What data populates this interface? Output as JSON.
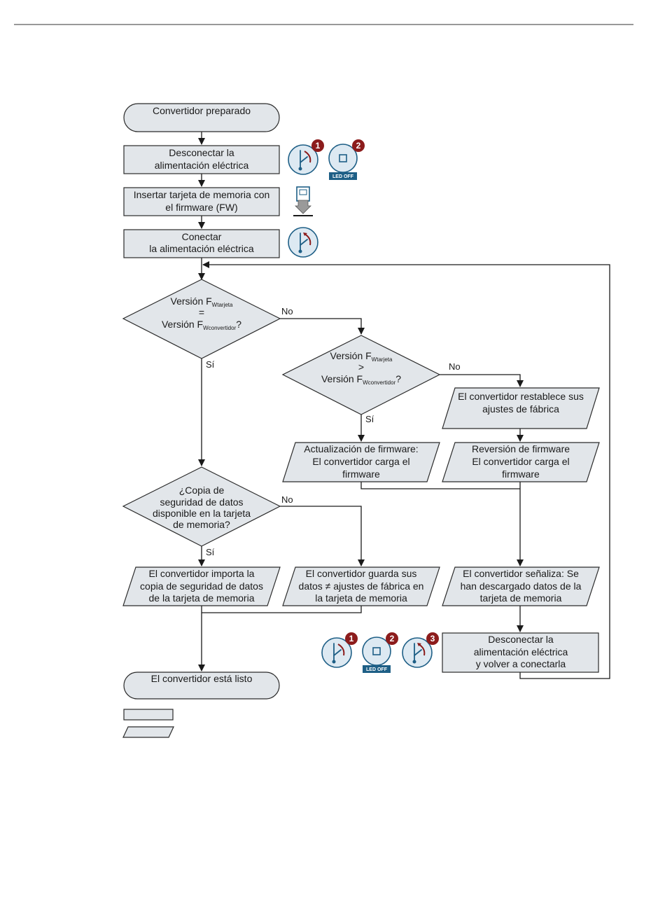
{
  "nodes": {
    "start": "Convertidor preparado",
    "power_off": [
      "Desconectar la",
      "alimentación eléctrica"
    ],
    "insert_card": [
      "Insertar tarjeta de memoria con",
      "el firmware (FW)"
    ],
    "power_on": [
      "Conectar",
      "la alimentación eléctrica"
    ],
    "decision1": {
      "l1_pre": "Versión F",
      "l1_sub": "Wtarjeta",
      "l2": "=",
      "l3_pre": "Versión F",
      "l3_sub": "Wconvertidor",
      "l3_post": "?"
    },
    "decision2": {
      "l1_pre": "Versión F",
      "l1_sub": "Wtarjeta",
      "l2": ">",
      "l3_pre": "Versión F",
      "l3_sub": "Wconvertidor",
      "l3_post": "?"
    },
    "factory_reset": [
      "El convertidor restablece sus",
      "ajustes de fábrica"
    ],
    "fw_update": [
      "Actualización de firmware:",
      "El convertidor carga el",
      "firmware"
    ],
    "fw_revert": [
      "Reversión de firmware",
      "El convertidor carga el",
      "firmware"
    ],
    "decision3": [
      "¿Copia de",
      "seguridad de datos",
      "disponible en la tarjeta",
      "de memoria?"
    ],
    "import_backup": [
      "El convertidor importa la",
      "copia de seguridad de datos",
      "de la tarjeta de memoria"
    ],
    "save_data": [
      "El convertidor guarda sus",
      "datos ≠ ajustes de fábrica en",
      "la tarjeta de memoria"
    ],
    "signal": [
      "El convertidor señaliza: Se",
      "han descargado datos de la",
      "tarjeta de memoria"
    ],
    "power_cycle": [
      "Desconectar la",
      "alimentación eléctrica",
      "y volver a conectarla"
    ],
    "end": "El convertidor está listo"
  },
  "edge_labels": {
    "no": "No",
    "yes": "Sí"
  },
  "icons": {
    "switch_off": "switch-off-icon",
    "led_off": "led-off-icon",
    "switch_on": "switch-on-icon",
    "card_insert": "memory-card-insert-icon",
    "led_label": "LED OFF",
    "badges": [
      "1",
      "2",
      "3"
    ]
  },
  "colors": {
    "shape_fill": "#e2e6ea",
    "icon_blue": "#1e5f86",
    "badge_red": "#8c1c1c"
  }
}
